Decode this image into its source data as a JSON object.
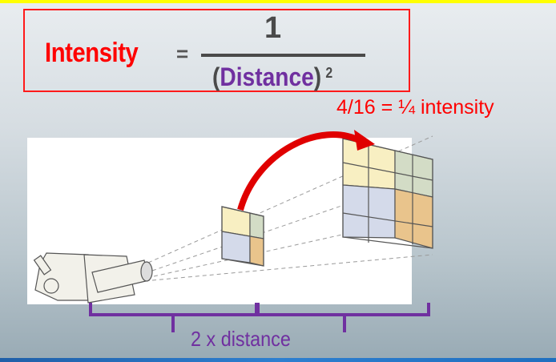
{
  "formula": {
    "lhs": "Intensity",
    "equals": "=",
    "numerator": "1",
    "denominator_open": "(",
    "denominator_var": "Distance",
    "denominator_close": ")",
    "exponent": "2"
  },
  "captions": {
    "top": "4/16 = ¼ intensity",
    "bottom": "2 x distance"
  },
  "diagram": {
    "source": "projector",
    "near_grid": {
      "rows": 2,
      "cols": 2,
      "colors": [
        "#f8efc2",
        "#d3dcc6",
        "#d4daea",
        "#e9c48c"
      ]
    },
    "far_grid": {
      "rows": 4,
      "cols": 4,
      "colors": [
        "#f8efc2",
        "#d3dcc6",
        "#d4daea",
        "#e9c48c"
      ]
    }
  },
  "colors": {
    "accent_red": "#ff0000",
    "accent_purple": "#7030a0",
    "top_bar": "#ffff00",
    "bottom_bar": "#2d7fd0"
  }
}
